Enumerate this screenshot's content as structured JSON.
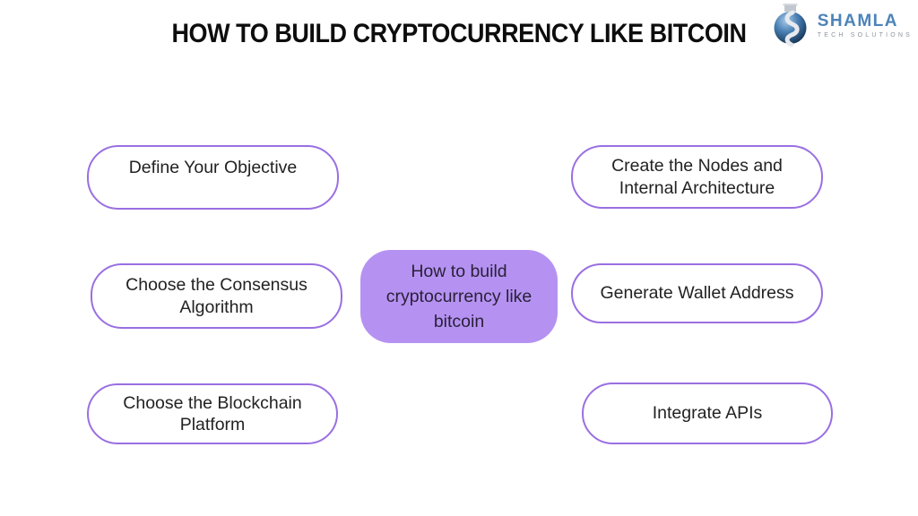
{
  "title": "HOW TO BUILD CRYPTOCURRENCY LIKE BITCOIN",
  "logo": {
    "brand": "SHAMLA",
    "tagline": "TECH SOLUTIONS",
    "icon": "shamla-sphere-icon"
  },
  "center_node": {
    "label": "How to build cryptocurrency like bitcoin",
    "fill_color": "#b592f2",
    "text_color": "#2a2138"
  },
  "steps": {
    "left": [
      {
        "label": "Define Your Objective"
      },
      {
        "label": "Choose the Consensus Algorithm"
      },
      {
        "label": "Choose the Blockchain Platform"
      }
    ],
    "right": [
      {
        "label": "Create the Nodes and Internal Architecture"
      },
      {
        "label": "Generate Wallet Address"
      },
      {
        "label": "Integrate APIs"
      }
    ]
  },
  "colors": {
    "outline_purple": "#9a6fe2",
    "node_fill_purple": "#b592f2",
    "step_text": "#222222",
    "title_text": "#0d0d0d",
    "logo_blue": "#4d83b8",
    "logo_gray": "#8e949c",
    "background": "#ffffff"
  }
}
